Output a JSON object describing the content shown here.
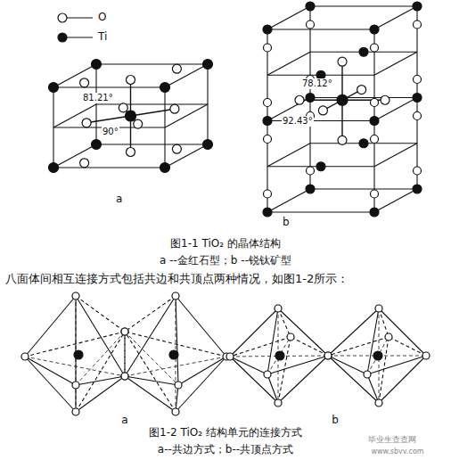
{
  "diagram": {
    "labels": [
      "81.21°",
      "90°",
      "a",
      "78.12°",
      "92.43°",
      "b",
      "图1-1    TiO₂ 的晶体结构",
      "a --金红石型；b --锐钛矿型",
      "八面体间相互连接方式包括共边和共顶点两种情况，如图1-2所示：",
      "a",
      "b",
      "图1-2    TiO₂ 结构单元的连接方式",
      "a--共边方式；b--共顶点方式",
      "毕业生查查网",
      "www.sbvv.com"
    ],
    "legend": [
      {
        "text": "O"
      },
      {
        "text": "Ti"
      }
    ]
  }
}
